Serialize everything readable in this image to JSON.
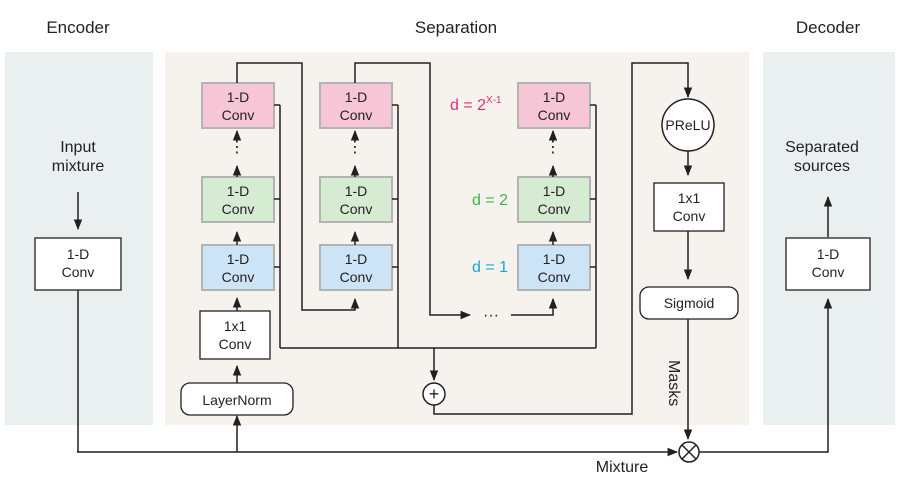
{
  "headers": {
    "encoder": "Encoder",
    "separation": "Separation",
    "decoder": "Decoder"
  },
  "encoder": {
    "input_line1": "Input",
    "input_line2": "mixture",
    "conv_line1": "1-D",
    "conv_line2": "Conv"
  },
  "decoder": {
    "output_line1": "Separated",
    "output_line2": "sources",
    "conv_line1": "1-D",
    "conv_line2": "Conv"
  },
  "separation": {
    "layernorm": "LayerNorm",
    "bottleneck_line1": "1x1",
    "bottleneck_line2": "Conv",
    "conv_line1": "1-D",
    "conv_line2": "Conv",
    "vdots": "⋮",
    "hdots": "···",
    "dilation_labels": {
      "d1": "d = 1",
      "d2": "d = 2",
      "dx_base": "d = 2",
      "dx_sup": "X-1"
    },
    "prelu": "PReLU",
    "output_conv_line1": "1x1",
    "output_conv_line2": "Conv",
    "sigmoid": "Sigmoid",
    "masks": "Masks",
    "sum_symbol": "+"
  },
  "mixture_label": "Mixture",
  "multiply_symbol": "×",
  "colors": {
    "panel_side": "#eaf0ef",
    "panel_center": "#f6f3ef",
    "conv_blue": "#cde4f6",
    "conv_green": "#d5ecd2",
    "conv_pink": "#f6c6d6",
    "conv_border": "#b3b3b3",
    "d1_color": "#1aa6dc",
    "d2_color": "#3db54a",
    "dx_color": "#e6287a",
    "line": "#231f20"
  }
}
